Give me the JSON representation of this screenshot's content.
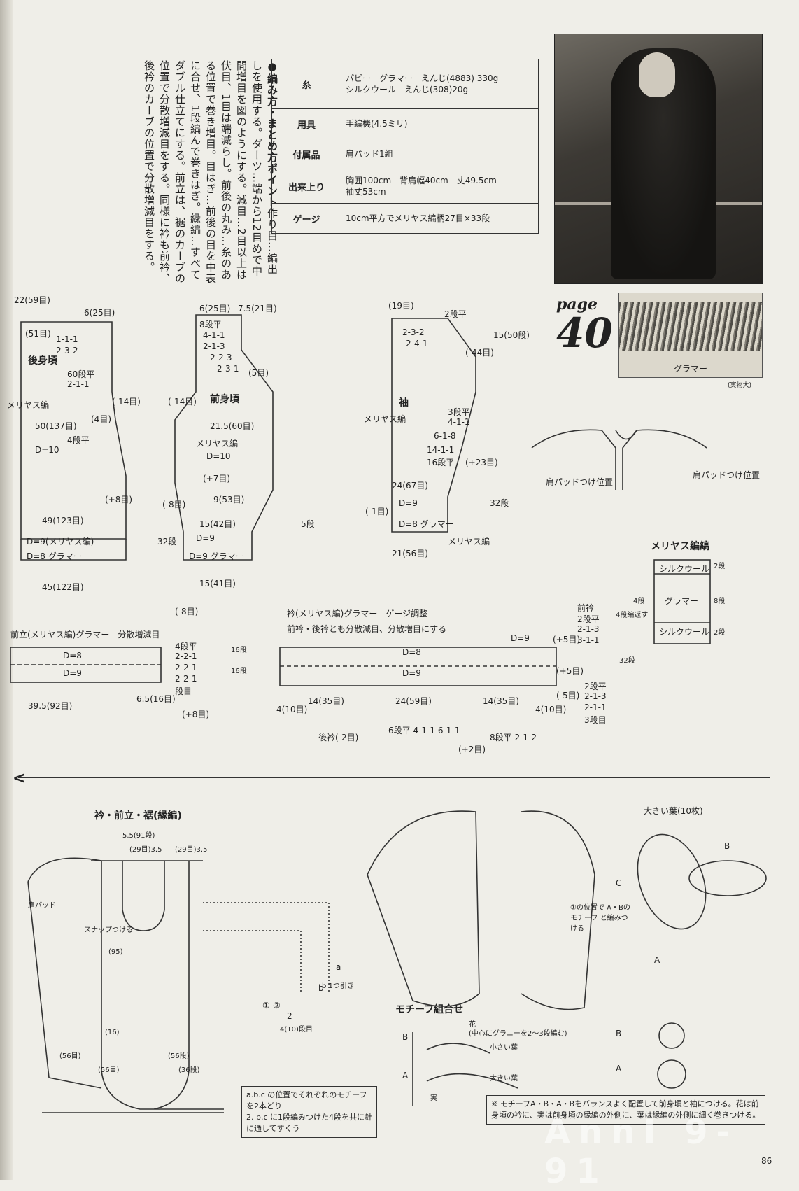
{
  "instructions": {
    "heading": "●編み方・まとめ方ポイント",
    "body": "作り目…編出しを使用する。ダーツ…端から12目めで中間増目を図のようにする。減目…2目以上は伏目、1目は端減らし。前後の丸み…糸のある位置で巻き増目。目はぎ…前後の目を中表に合せ、1段編んで巻きはぎ。縁編…すべてダブル仕立てにする。前立は、裾のカーブの位置で分散増減目をする。同様に衿も前衿、後衿のカーブの位置で分散増減目をする。"
  },
  "spec_table": [
    {
      "key": "糸",
      "value": "パピー　グラマー　えんじ(4883) 330g\nシルクウール　えんじ(308)20g"
    },
    {
      "key": "用具",
      "value": "手編機(4.5ミリ)"
    },
    {
      "key": "付属品",
      "value": "肩パッド1組"
    },
    {
      "key": "出来上り",
      "value": "胸囲100cm　背肩幅40cm　丈49.5cm\n袖丈53cm"
    },
    {
      "key": "ゲージ",
      "value": "10cm平方でメリヤス編柄27目×33段"
    }
  ],
  "page_label": "page",
  "page_number": "40",
  "yarn_label": "グラマー",
  "yarn_caption": "(実物大)",
  "diagrams": {
    "back_title": "後身頃",
    "back_sub": "メリヤス編",
    "front_title": "前身頃",
    "front_sub": "メリヤス編",
    "sleeve_title": "袖",
    "sleeve_sub": "メリヤス編",
    "back_labels": [
      "22(59目)",
      "6(25目)",
      "(51目)",
      "1-1-1",
      "2-3-2",
      "60段平",
      "2-1-1",
      "(-14目)",
      "(4目)",
      "50(137目)",
      "4段平",
      "D=10",
      "(+8目)",
      "49(123目)",
      "D=9(メリヤス編)",
      "D=8 グラマー",
      "45(122目)"
    ],
    "front_labels": [
      "6(25目)",
      "7.5(21目)",
      "8段平",
      "4-1-1",
      "2-1-3",
      "2-2-3",
      "2-3-1",
      "(5目)",
      "(-14目)",
      "21.5(60目)",
      "D=10",
      "(+7目)",
      "9(53目)",
      "15(42目)",
      "D=9",
      "D=9 グラマー",
      "15(41目)",
      "(-8目)",
      "32段",
      "5段"
    ],
    "sleeve_labels": [
      "(19目)",
      "2段平",
      "2-3-2",
      "2-4-1",
      "(-44目)",
      "15(50段)",
      "3段平",
      "4-1-1",
      "6-1-8",
      "14-1-1",
      "16段平",
      "(+23目)",
      "24(67目)",
      "D=9",
      "D=8 グラマー",
      "21(56目)",
      "32段",
      "(-1目)",
      "メリヤス編"
    ],
    "gauge_box_title": "メリヤス編縞",
    "gauge_box_rows": [
      "シルクウール",
      "グラマー",
      "シルクウール"
    ],
    "gauge_box_side": [
      "2段",
      "8段",
      "2段",
      "4段"
    ],
    "gauge_box_left": "4段編返す",
    "shoulder_pad_left": "肩パッドつけ位置",
    "shoulder_pad_right": "肩パッドつけ位置",
    "front_band_title": "前立(メリヤス編)グラマー　分散増減目",
    "front_band_labels": [
      "(-8目)",
      "D=8",
      "D=9",
      "4段平",
      "2-2-1",
      "2-2-1",
      "2-2-1",
      "段目",
      "39.5(92目)",
      "6.5(16目)",
      "(+8目)",
      "16段",
      "16段"
    ],
    "collar_title": "衿(メリヤス編)グラマー　ゲージ調整",
    "collar_sub": "前衿・後衿とも分散減目、分散増目にする",
    "collar_labels": [
      "D=8",
      "D=9",
      "D=9",
      "14(35目)",
      "24(59目)",
      "14(35目)",
      "4(10目)",
      "4(10目)",
      "後衿(-2目)",
      "6段平 4-1-1 6-1-1",
      "8段平 2-1-2",
      "(+2目)",
      "前衿",
      "2段平",
      "2-1-3",
      "3-1-1",
      "(+5目)",
      "(-5目)",
      "2段平",
      "2-1-3",
      "2-1-1",
      "3段目",
      "32段",
      "(+5目)"
    ],
    "bottom_title": "衿・前立・裾(縁編)",
    "bottom_labels": [
      "5.5(91段)",
      "(29目)3.5",
      "(29目)3.5",
      "肩パッド",
      "スナップつける",
      "(95)",
      "(16)",
      "(56目)",
      "(56目)",
      "(56段)",
      "(36段)"
    ],
    "detail_labels": [
      "b",
      "a",
      "2",
      "②",
      "①",
      "b 1つ引き",
      "4(10)段目"
    ],
    "motif_title": "大きい葉(10枚)",
    "motif_labels": [
      "B",
      "C",
      "A",
      "①の位置で A・Bのモチーフ と編みつける"
    ],
    "combine_title": "モチーフ組合せ",
    "combine_labels": [
      "B",
      "A",
      "花",
      "(中心にグラニーを2〜3段編む)",
      "小さい葉",
      "大きい葉",
      "実",
      "B",
      "A"
    ],
    "step_note_1": "a.b.c の位置でそれぞれのモチーフを2本どり",
    "step_note_2": "2. b.c に1段編みつけた4段を共に針に通してすくう",
    "motif_note": "※ モチーフA・B・A・Bをバランスよく配置して前身頃と袖につける。花は前身頃の衿に、実は前身頃の縁編の外側に、葉は縁編の外側に細く巻きつける。"
  },
  "watermark": "AnnI 9-91",
  "folio": "86"
}
